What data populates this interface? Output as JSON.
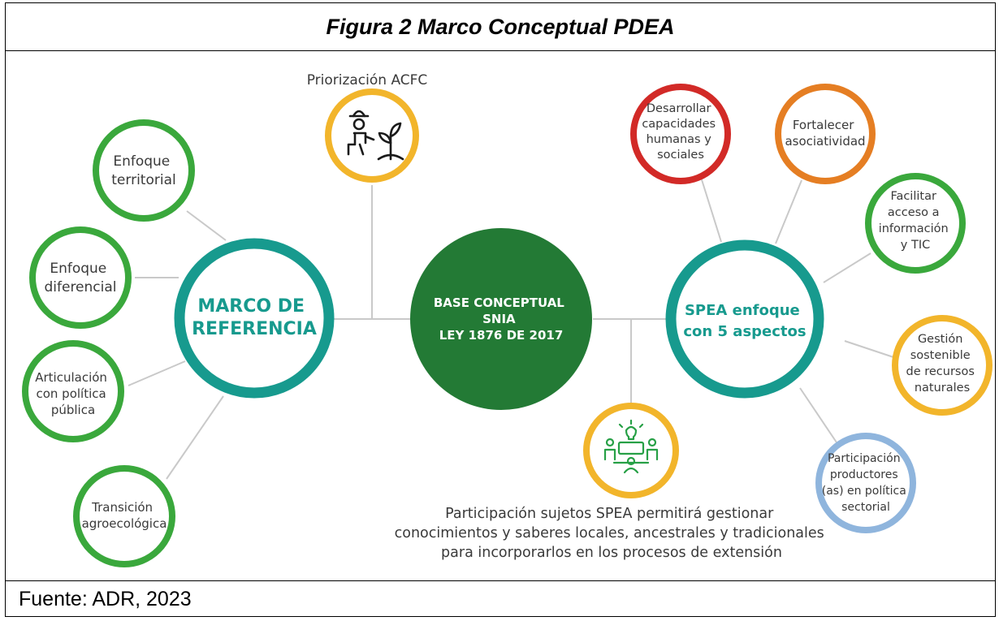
{
  "figure": {
    "title": "Figura 2 Marco Conceptual PDEA",
    "source": "Fuente: ADR, 2023"
  },
  "colors": {
    "teal": "#179a8e",
    "green": "#3aa83c",
    "dark_green": "#237a35",
    "yellow": "#f2b52b",
    "red": "#d22a27",
    "orange": "#e57e23",
    "blue": "#8fb5dd",
    "line": "#c9c9c9"
  },
  "center": {
    "lines": [
      "BASE CONCEPTUAL",
      "SNIA",
      "LEY 1876 DE 2017"
    ]
  },
  "left_hub": {
    "lines": [
      "MARCO DE",
      "REFERENCIA"
    ]
  },
  "right_hub": {
    "lines": [
      "SPEA enfoque",
      "con 5 aspectos"
    ]
  },
  "left_nodes": [
    {
      "lines": [
        "Enfoque",
        "territorial"
      ]
    },
    {
      "lines": [
        "Enfoque",
        "diferencial"
      ]
    },
    {
      "lines": [
        "Articulación",
        "con política",
        "pública"
      ]
    },
    {
      "lines": [
        "Transición",
        "agroecológica"
      ]
    }
  ],
  "right_nodes": [
    {
      "lines": [
        "Desarrollar",
        "capacidades",
        "humanas y",
        "sociales"
      ]
    },
    {
      "lines": [
        "Fortalecer",
        "asociatividad"
      ]
    },
    {
      "lines": [
        "Facilitar",
        "acceso a",
        "información",
        "y TIC"
      ]
    },
    {
      "lines": [
        "Gestión",
        "sostenible",
        "de recursos",
        "naturales"
      ]
    },
    {
      "lines": [
        "Participación",
        "productores",
        "(as) en política",
        "sectorial"
      ]
    }
  ],
  "top_node": {
    "label": "Priorización ACFC",
    "icon": "farmer-planting-icon"
  },
  "bottom_node": {
    "icon": "team-idea-icon",
    "lines": [
      "Participación sujetos SPEA permitirá gestionar",
      "conocimientos y saberes locales, ancestrales y tradicionales",
      "para incorporarlos en los procesos de extensión"
    ]
  }
}
